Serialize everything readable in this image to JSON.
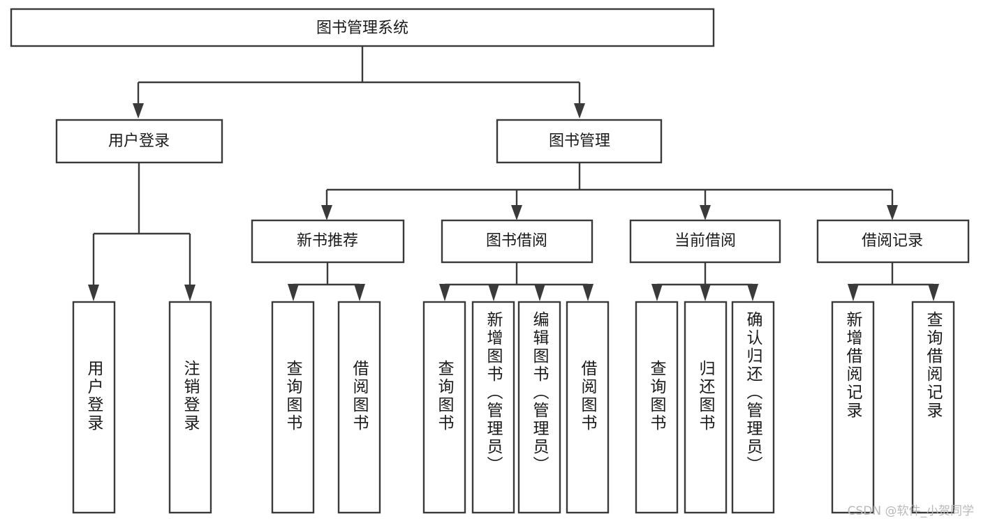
{
  "diagram": {
    "type": "hierarchy-tree",
    "title": "图书管理系统",
    "orientation": "top-down",
    "colors": {
      "box_stroke": "#3a3a3a",
      "box_fill": "#ffffff",
      "connector": "#3a3a3a",
      "text": "#1a1a1a",
      "watermark": "#b9b9b9",
      "background": "#ffffff"
    },
    "root": {
      "label": "图书管理系统",
      "orientation": "horizontal"
    },
    "level2": [
      {
        "label": "用户登录",
        "orientation": "horizontal"
      },
      {
        "label": "图书管理",
        "orientation": "horizontal"
      }
    ],
    "level3": [
      {
        "label": "新书推荐",
        "orientation": "horizontal"
      },
      {
        "label": "图书借阅",
        "orientation": "horizontal"
      },
      {
        "label": "当前借阅",
        "orientation": "horizontal"
      },
      {
        "label": "借阅记录",
        "orientation": "horizontal"
      }
    ],
    "leaves": {
      "user_login": [
        {
          "label": "用户登录",
          "orientation": "vertical"
        },
        {
          "label": "注销登录",
          "orientation": "vertical"
        }
      ],
      "new_book_recommend": [
        {
          "label": "查询图书",
          "orientation": "vertical"
        },
        {
          "label": "借阅图书",
          "orientation": "vertical"
        }
      ],
      "book_borrow": [
        {
          "label": "查询图书",
          "orientation": "vertical"
        },
        {
          "label": "新增图书（管理员）",
          "orientation": "vertical"
        },
        {
          "label": "编辑图书（管理员）",
          "orientation": "vertical"
        },
        {
          "label": "借阅图书",
          "orientation": "vertical"
        }
      ],
      "current_borrow": [
        {
          "label": "查询图书",
          "orientation": "vertical"
        },
        {
          "label": "归还图书",
          "orientation": "vertical"
        },
        {
          "label": "确认归还（管理员）",
          "orientation": "vertical"
        }
      ],
      "borrow_record": [
        {
          "label": "新增借阅记录",
          "orientation": "vertical"
        },
        {
          "label": "查询借阅记录",
          "orientation": "vertical"
        }
      ]
    }
  },
  "watermark": {
    "text": "CSDN @软件_小贺同学"
  }
}
